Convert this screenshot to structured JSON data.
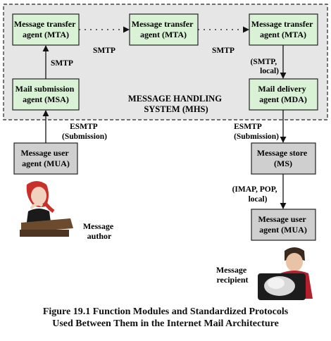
{
  "mhs_label": [
    "MESSAGE HANDLING",
    "SYSTEM (MHS)"
  ],
  "boxes": {
    "mta1": [
      "Message transfer",
      "agent (MTA)"
    ],
    "mta2": [
      "Message transfer",
      "agent (MTA)"
    ],
    "mta3": [
      "Message transfer",
      "agent (MTA)"
    ],
    "msa": [
      "Mail submission",
      "agent (MSA)"
    ],
    "mda": [
      "Mail delivery",
      "agent (MDA)"
    ],
    "mua_author": [
      "Message user",
      "agent (MUA)"
    ],
    "ms": [
      "Message store",
      "(MS)"
    ],
    "mua_recipient": [
      "Message user",
      "agent (MUA)"
    ]
  },
  "protocols": {
    "smtp_msa_mta": "SMTP",
    "smtp_mta1_mta2": "SMTP",
    "smtp_mta2_mta3": "SMTP",
    "smtp_local_mta_mda": [
      "(SMTP,",
      "local)"
    ],
    "esmtp_submission": [
      "ESMTP",
      "(Submission)"
    ],
    "esmtp_mda_ms": [
      "ESMTP",
      "(Submission)"
    ],
    "imap_pop_local": [
      "(IMAP, POP,",
      "local)"
    ]
  },
  "people": {
    "author": [
      "Message",
      "author"
    ],
    "recipient": [
      "Message",
      "recipient"
    ]
  },
  "caption": [
    "Figure 19.1  Function Modules and Standardized Protocols",
    "Used Between Them in the Internet Mail Architecture"
  ],
  "colors": {
    "mhs_box": "#e6e6e6",
    "mhs_agent": "#d9f2d6",
    "outside_agent": "#cfcfcf"
  }
}
